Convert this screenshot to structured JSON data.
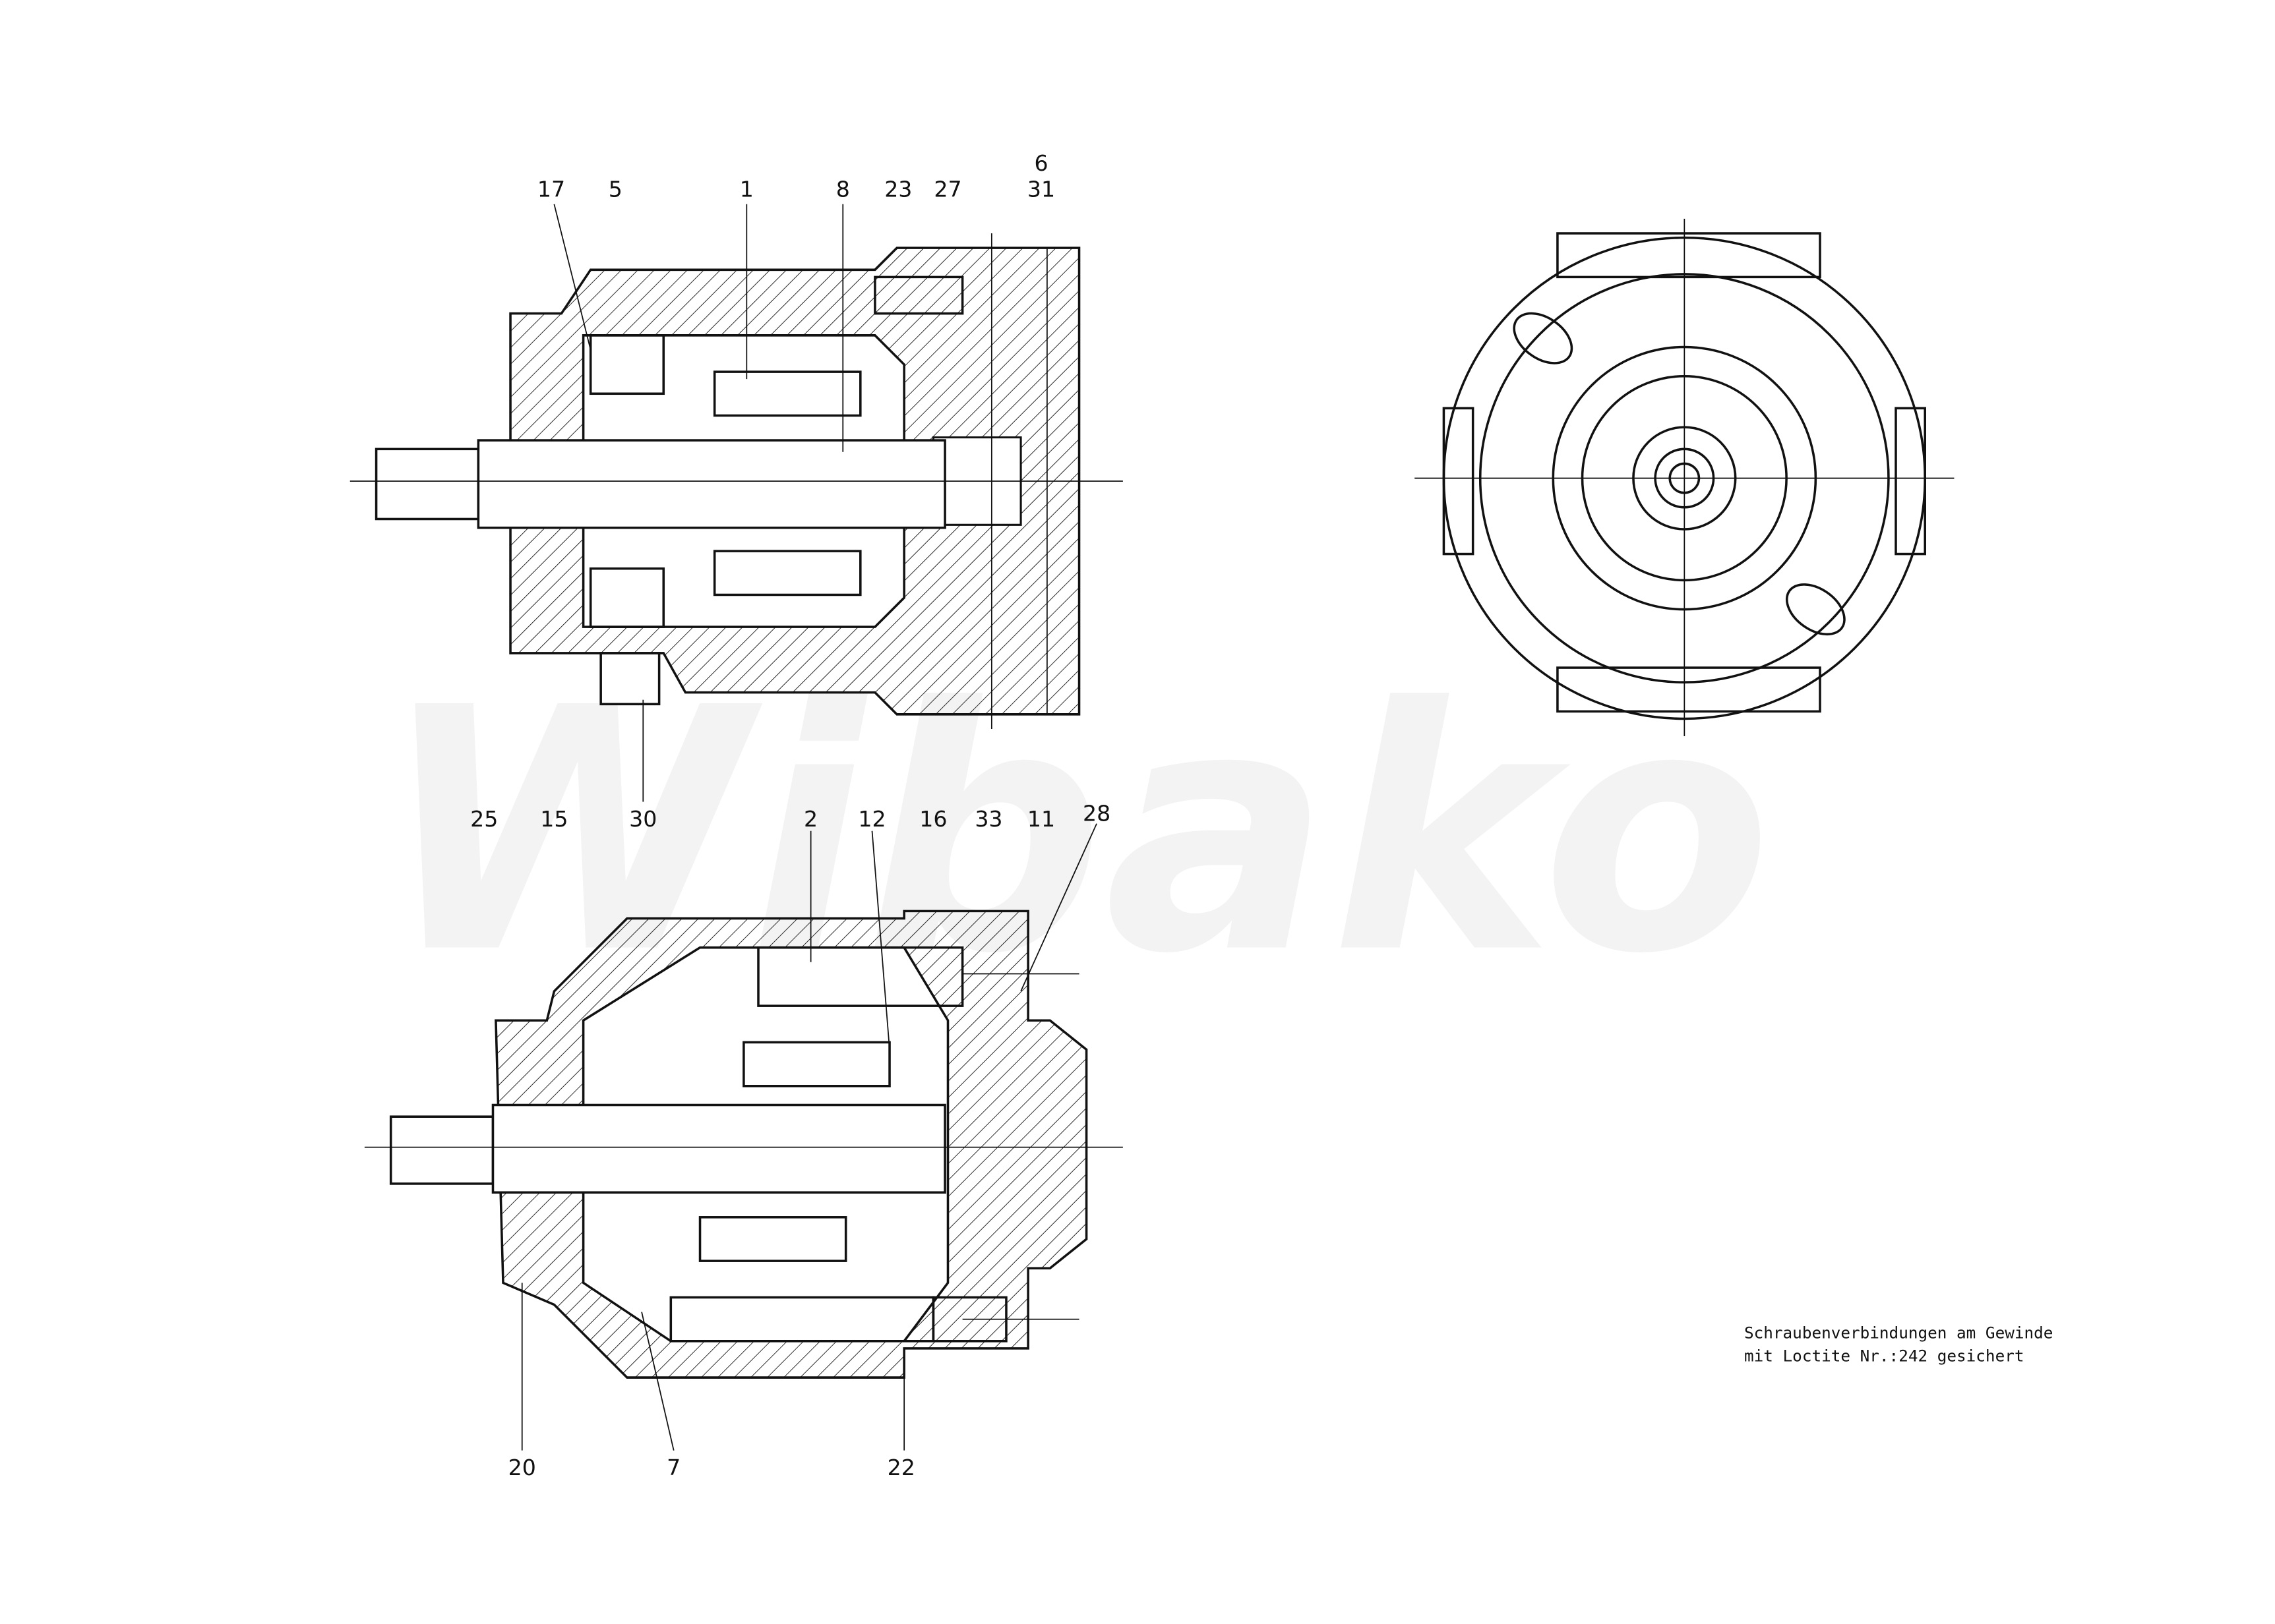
{
  "watermark": "Wibako",
  "top_view_labels": [
    "17",
    "5",
    "1",
    "8",
    "23",
    "27",
    "6",
    "31",
    "30"
  ],
  "bottom_view_labels": [
    "25",
    "15",
    "2",
    "12",
    "16",
    "33",
    "11",
    "28",
    "20",
    "7",
    "22"
  ],
  "note": {
    "line1": "Schraubenverbindungen am  Gewinde",
    "line2": "mit Loctite  Nr.:242 gesichert"
  }
}
